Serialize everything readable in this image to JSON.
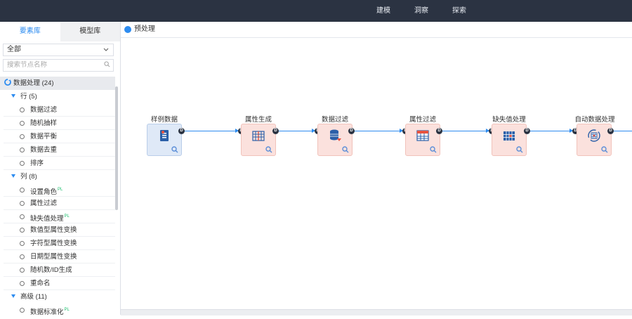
{
  "topnav": {
    "items": [
      "建模",
      "洞察",
      "探索"
    ]
  },
  "sidebar": {
    "tabs": [
      "要素库",
      "模型库"
    ],
    "filter_value": "全部",
    "search_placeholder": "搜索节点名称",
    "category": "数据处理 (24)",
    "groups": [
      {
        "label": "行 (5)",
        "items": [
          {
            "label": "数据过滤",
            "badge": ""
          },
          {
            "label": "随机抽样",
            "badge": ""
          },
          {
            "label": "数据平衡",
            "badge": ""
          },
          {
            "label": "数据去重",
            "badge": ""
          },
          {
            "label": "排序",
            "badge": ""
          }
        ]
      },
      {
        "label": "列 (8)",
        "items": [
          {
            "label": "设置角色",
            "badge": "PL"
          },
          {
            "label": "属性过滤",
            "badge": ""
          },
          {
            "label": "缺失值处理",
            "badge": "PL"
          },
          {
            "label": "数值型属性变换",
            "badge": ""
          },
          {
            "label": "字符型属性变换",
            "badge": ""
          },
          {
            "label": "日期型属性变换",
            "badge": ""
          },
          {
            "label": "随机数/ID生成",
            "badge": ""
          },
          {
            "label": "重命名",
            "badge": ""
          }
        ]
      },
      {
        "label": "高级 (11)",
        "items": [
          {
            "label": "数据标准化",
            "badge": "PL"
          }
        ]
      }
    ]
  },
  "canvas": {
    "title": "预处理",
    "port_label": "D",
    "nodes": [
      {
        "label": "样例数据",
        "icon": "document-icon",
        "color": "blue"
      },
      {
        "label": "属性生成",
        "icon": "columns-add-icon",
        "color": "pink"
      },
      {
        "label": "数据过滤",
        "icon": "database-filter-icon",
        "color": "pink"
      },
      {
        "label": "属性过滤",
        "icon": "table-filter-icon",
        "color": "pink"
      },
      {
        "label": "缺失值处理",
        "icon": "grid-missing-icon",
        "color": "pink"
      },
      {
        "label": "自动数据处理",
        "icon": "auto-process-icon",
        "color": "pink"
      }
    ]
  },
  "colors": {
    "topbar": "#2b3342",
    "accent": "#2d8cf0",
    "node_blue": "#dfe9f7",
    "node_pink": "#fbe1dd",
    "badge": "#19be6b"
  }
}
